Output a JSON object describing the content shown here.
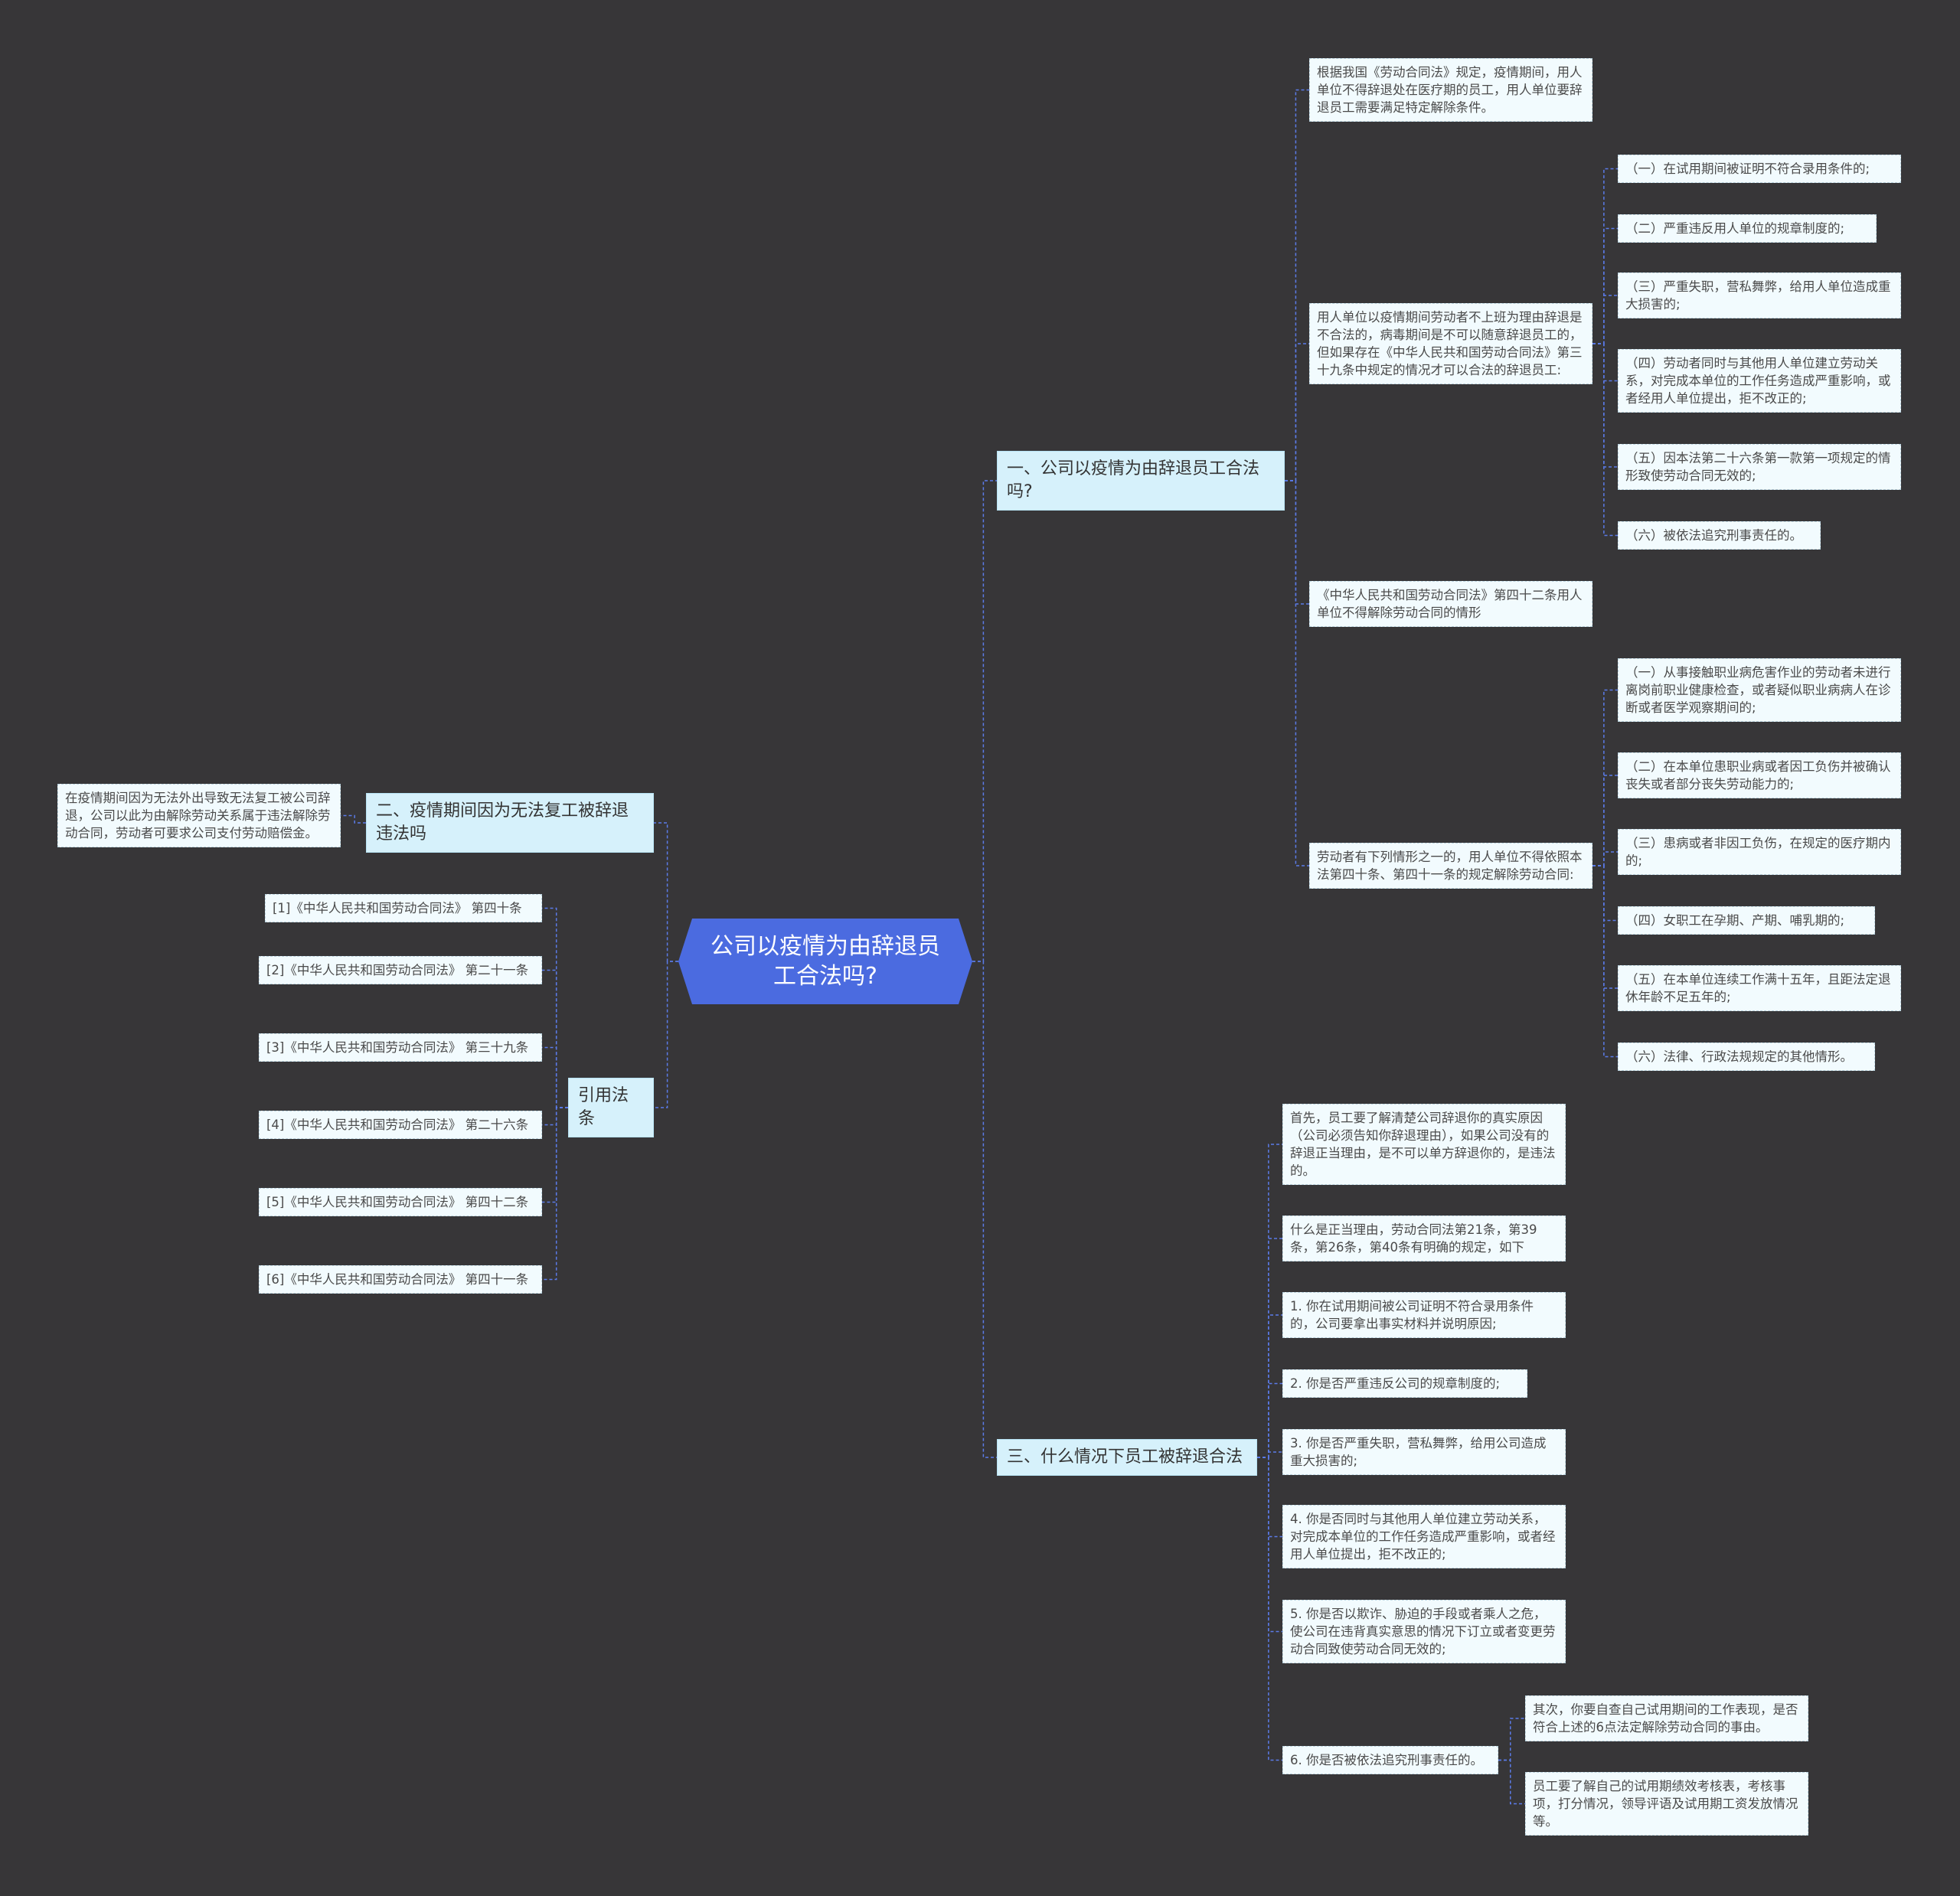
{
  "root": {
    "title": "公司以疫情为由辞退员工合法吗?"
  },
  "branches": {
    "b1": {
      "label": "一、公司以疫情为由辞退员工合法吗?",
      "intro": "根据我国《劳动合同法》规定，疫情期间，用人单位不得辞退处在医疗期的员工，用人单位要辞退员工需要满足特定解除条件。",
      "dismiss_group": {
        "label": "用人单位以疫情期间劳动者不上班为理由辞退是不合法的，病毒期间是不可以随意辞退员工的，但如果存在《中华人民共和国劳动合同法》第三十九条中规定的情况才可以合法的辞退员工:",
        "items": [
          "（一）在试用期间被证明不符合录用条件的;",
          "（二）严重违反用人单位的规章制度的;",
          "（三）严重失职，营私舞弊，给用人单位造成重大损害的;",
          "（四）劳动者同时与其他用人单位建立劳动关系，对完成本单位的工作任务造成严重影响，或者经用人单位提出，拒不改正的;",
          "（五）因本法第二十六条第一款第一项规定的情形致使劳动合同无效的;",
          "（六）被依法追究刑事责任的。"
        ]
      },
      "article42": "《中华人民共和国劳动合同法》第四十二条用人单位不得解除劳动合同的情形",
      "protect_group": {
        "label": "劳动者有下列情形之一的，用人单位不得依照本法第四十条、第四十一条的规定解除劳动合同:",
        "items": [
          "（一）从事接触职业病危害作业的劳动者未进行离岗前职业健康检查，或者疑似职业病病人在诊断或者医学观察期间的;",
          "（二）在本单位患职业病或者因工负伤并被确认丧失或者部分丧失劳动能力的;",
          "（三）患病或者非因工负伤，在规定的医疗期内的;",
          "（四）女职工在孕期、产期、哺乳期的;",
          "（五）在本单位连续工作满十五年，且距法定退休年龄不足五年的;",
          "（六）法律、行政法规规定的其他情形。"
        ]
      }
    },
    "b2": {
      "label": "二、疫情期间因为无法复工被辞退违法吗",
      "text": "在疫情期间因为无法外出导致无法复工被公司辞退，公司以此为由解除劳动关系属于违法解除劳动合同，劳动者可要求公司支付劳动赔偿金。"
    },
    "b3": {
      "label": "引用法条",
      "items": [
        "[1]《中华人民共和国劳动合同法》 第四十条",
        "[2]《中华人民共和国劳动合同法》 第二十一条",
        "[3]《中华人民共和国劳动合同法》 第三十九条",
        "[4]《中华人民共和国劳动合同法》 第二十六条",
        "[5]《中华人民共和国劳动合同法》 第四十二条",
        "[6]《中华人民共和国劳动合同法》 第四十一条"
      ]
    },
    "b4": {
      "label": "三、什么情况下员工被辞退合法",
      "items": [
        "首先，员工要了解清楚公司辞退你的真实原因（公司必须告知你辞退理由），如果公司没有的辞退正当理由，是不可以单方辞退你的，是违法的。",
        "什么是正当理由，劳动合同法第21条，第39条，第26条，第40条有明确的规定，如下",
        "1. 你在试用期间被公司证明不符合录用条件的，公司要拿出事实材料并说明原因;",
        "2. 你是否严重违反公司的规章制度的;",
        "3. 你是否严重失职，营私舞弊，给用公司造成重大损害的;",
        "4. 你是否同时与其他用人单位建立劳动关系，对完成本单位的工作任务造成严重影响，或者经用人单位提出，拒不改正的;",
        "5. 你是否以欺诈、胁迫的手段或者乘人之危，使公司在违背真实意思的情况下订立或者变更劳动合同致使劳动合同无效的;",
        "6. 你是否被依法追究刑事责任的。"
      ],
      "sub_items": [
        "其次，你要自查自己试用期间的工作表现，是否符合上述的6点法定解除劳动合同的事由。",
        "员工要了解自己的试用期绩效考核表，考核事项，打分情况，领导评语及试用期工资发放情况等。"
      ]
    }
  },
  "colors": {
    "background": "#373638",
    "root": "#4b6be0",
    "level1": "#d6f1fb",
    "leaf": "#f2fbfe",
    "connector": "#5b7be8"
  }
}
